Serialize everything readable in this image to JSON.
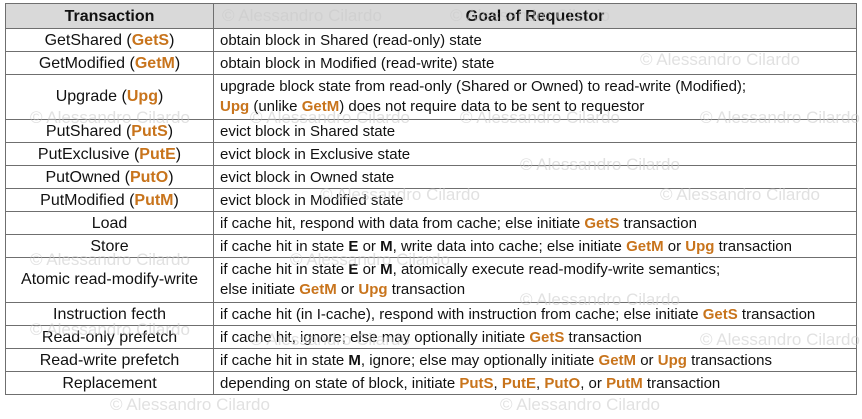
{
  "watermark": "© Alessandro Cilardo",
  "colors": {
    "highlight": "#c8741c",
    "header_bg": "#d9d9d9",
    "border": "#6f6f6f"
  },
  "table": {
    "headers": [
      "Transaction",
      "Goal of Requestor"
    ],
    "rows": [
      {
        "txn": [
          {
            "t": "GetShared ("
          },
          {
            "t": "GetS",
            "s": "hl"
          },
          {
            "t": ")"
          }
        ],
        "goal": [
          [
            {
              "t": "obtain block in Shared (read-only) state"
            }
          ]
        ]
      },
      {
        "txn": [
          {
            "t": "GetModified ("
          },
          {
            "t": "GetM",
            "s": "hl"
          },
          {
            "t": ")"
          }
        ],
        "goal": [
          [
            {
              "t": "obtain block in Modified (read-write) state"
            }
          ]
        ]
      },
      {
        "txn": [
          {
            "t": "Upgrade ("
          },
          {
            "t": "Upg",
            "s": "hl"
          },
          {
            "t": ")"
          }
        ],
        "goal": [
          [
            {
              "t": "upgrade block state from read-only (Shared or Owned) to read-write (Modified);"
            }
          ],
          [
            {
              "t": "Upg",
              "s": "hl"
            },
            {
              "t": " (unlike "
            },
            {
              "t": "GetM",
              "s": "hl"
            },
            {
              "t": ") does not require data to be sent to requestor"
            }
          ]
        ]
      },
      {
        "txn": [
          {
            "t": "PutShared ("
          },
          {
            "t": "PutS",
            "s": "hl"
          },
          {
            "t": ")"
          }
        ],
        "goal": [
          [
            {
              "t": "evict block in Shared state"
            }
          ]
        ]
      },
      {
        "txn": [
          {
            "t": "PutExclusive ("
          },
          {
            "t": "PutE",
            "s": "hl"
          },
          {
            "t": ")"
          }
        ],
        "goal": [
          [
            {
              "t": "evict block in Exclusive state"
            }
          ]
        ]
      },
      {
        "txn": [
          {
            "t": "PutOwned ("
          },
          {
            "t": "PutO",
            "s": "hl"
          },
          {
            "t": ")"
          }
        ],
        "goal": [
          [
            {
              "t": "evict block in Owned state"
            }
          ]
        ]
      },
      {
        "txn": [
          {
            "t": "PutModified ("
          },
          {
            "t": "PutM",
            "s": "hl"
          },
          {
            "t": ")"
          }
        ],
        "goal": [
          [
            {
              "t": "evict block in Modified state"
            }
          ]
        ]
      },
      {
        "txn": [
          {
            "t": "Load"
          }
        ],
        "goal": [
          [
            {
              "t": "if cache hit, respond with data from cache; else initiate "
            },
            {
              "t": "GetS",
              "s": "hl"
            },
            {
              "t": " transaction"
            }
          ]
        ]
      },
      {
        "txn": [
          {
            "t": "Store"
          }
        ],
        "goal": [
          [
            {
              "t": "if cache hit in state "
            },
            {
              "t": "E",
              "s": "b"
            },
            {
              "t": " or "
            },
            {
              "t": "M",
              "s": "b"
            },
            {
              "t": ", write data into cache; else initiate "
            },
            {
              "t": "GetM",
              "s": "hl"
            },
            {
              "t": " or "
            },
            {
              "t": "Upg",
              "s": "hl"
            },
            {
              "t": " transaction"
            }
          ]
        ]
      },
      {
        "txn": [
          {
            "t": "Atomic read-modify-write"
          }
        ],
        "goal": [
          [
            {
              "t": "if cache hit in state "
            },
            {
              "t": "E",
              "s": "b"
            },
            {
              "t": " or "
            },
            {
              "t": "M",
              "s": "b"
            },
            {
              "t": ", atomically execute read-modify-write semantics;"
            }
          ],
          [
            {
              "t": "else initiate "
            },
            {
              "t": "GetM",
              "s": "hl"
            },
            {
              "t": " or "
            },
            {
              "t": "Upg",
              "s": "hl"
            },
            {
              "t": " transaction"
            }
          ]
        ]
      },
      {
        "txn": [
          {
            "t": "Instruction fecth"
          }
        ],
        "goal": [
          [
            {
              "t": "if cache hit (in I-cache), respond with instruction from cache; else initiate "
            },
            {
              "t": "GetS",
              "s": "hl"
            },
            {
              "t": " transaction"
            }
          ]
        ]
      },
      {
        "txn": [
          {
            "t": "Read-only prefetch"
          }
        ],
        "goal": [
          [
            {
              "t": "if cache hit, ignore; else may optionally initiate "
            },
            {
              "t": "GetS",
              "s": "hl"
            },
            {
              "t": " transaction"
            }
          ]
        ]
      },
      {
        "txn": [
          {
            "t": "Read-write prefetch"
          }
        ],
        "goal": [
          [
            {
              "t": "if cache hit in state "
            },
            {
              "t": "M",
              "s": "b"
            },
            {
              "t": ", ignore; else may optionally initiate "
            },
            {
              "t": "GetM",
              "s": "hl"
            },
            {
              "t": " or "
            },
            {
              "t": "Upg",
              "s": "hl"
            },
            {
              "t": " transactions"
            }
          ]
        ]
      },
      {
        "txn": [
          {
            "t": "Replacement"
          }
        ],
        "goal": [
          [
            {
              "t": "depending on state of block, initiate "
            },
            {
              "t": "PutS",
              "s": "hl"
            },
            {
              "t": ", "
            },
            {
              "t": "PutE",
              "s": "hl"
            },
            {
              "t": ", "
            },
            {
              "t": "PutO",
              "s": "hl"
            },
            {
              "t": ", or "
            },
            {
              "t": "PutM",
              "s": "hl"
            },
            {
              "t": " transaction"
            }
          ]
        ]
      }
    ]
  }
}
